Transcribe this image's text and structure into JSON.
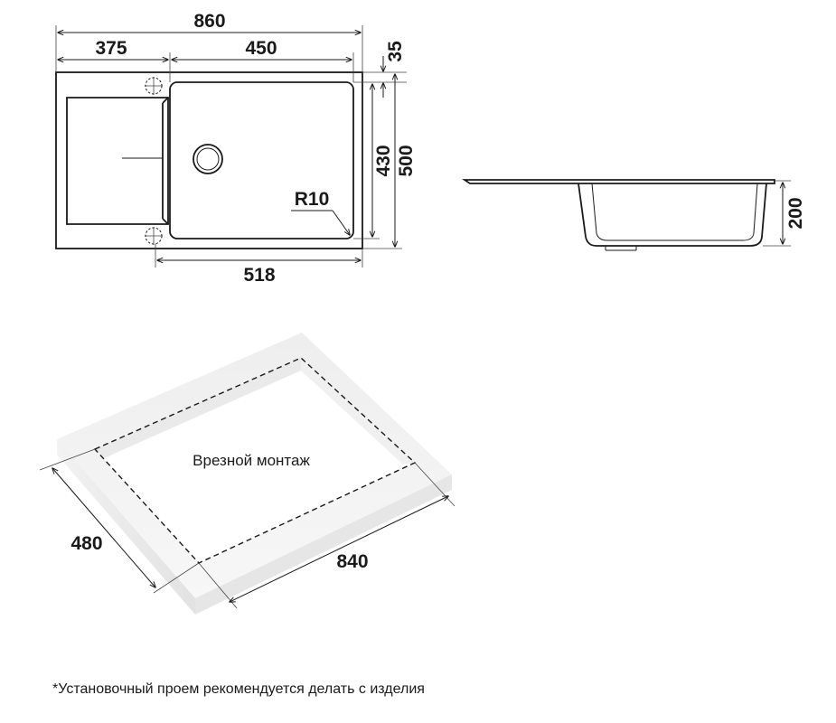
{
  "top_view": {
    "width_total": "860",
    "width_drainer": "375",
    "width_bowl": "450",
    "offset_top": "35",
    "bowl_height": "430",
    "height_total": "500",
    "radius": "R10",
    "bottom_width": "518"
  },
  "side_view": {
    "depth": "200"
  },
  "cutout": {
    "label": "Врезной монтаж",
    "depth": "480",
    "width": "840"
  },
  "footnote": "*Установочный проем рекомендуется делать с изделия"
}
